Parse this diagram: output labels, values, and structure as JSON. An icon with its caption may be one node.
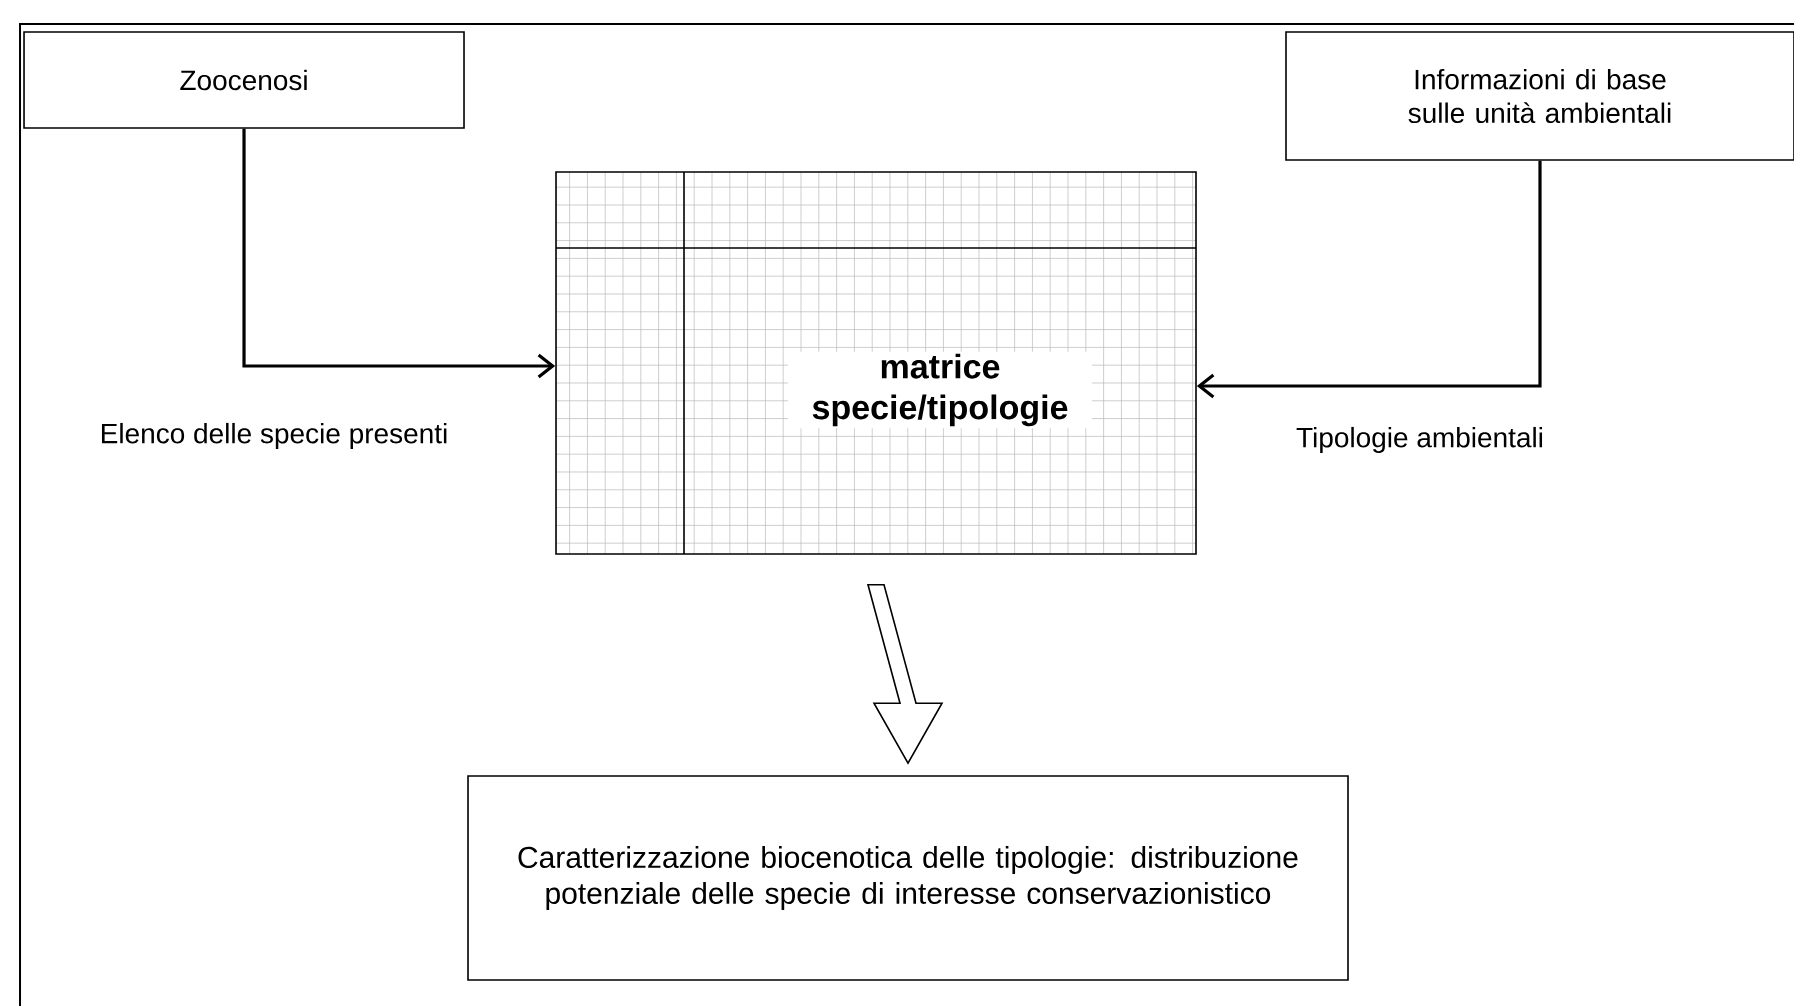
{
  "diagram": {
    "nodes": [
      {
        "text": [
          "Zoocenosi"
        ]
      },
      {
        "text": [
          "Informazioni di base sulle unità ambientali"
        ]
      },
      {
        "text": [
          "matrice specie/tipologie"
        ]
      },
      {
        "text": [
          "Caratterizzazione biocenotica delle tipologie: distribuzione potenziale delle specie di interesse conservazionistico"
        ]
      }
    ],
    "edges": [
      {
        "from": 0,
        "to": 2,
        "arrow": "to",
        "label": "Elenco delle specie presenti"
      },
      {
        "from": 1,
        "to": 2,
        "arrow": "to",
        "label": "Tipologie ambientali"
      },
      {
        "from": 2,
        "to": 3,
        "arrow": "to"
      }
    ]
  }
}
